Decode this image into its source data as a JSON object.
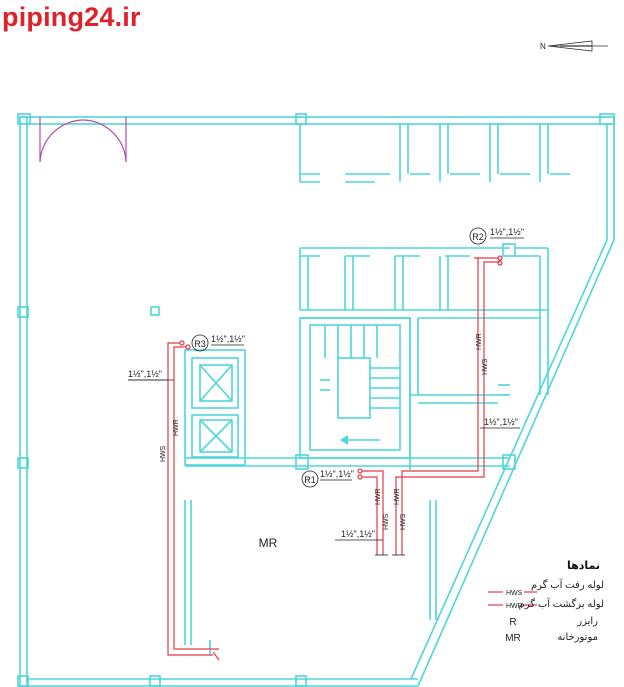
{
  "brand": {
    "text": "piping24.ir",
    "color": "#e0202a"
  },
  "colors": {
    "walls": "#4dd6db",
    "pipes": "#e23b45",
    "door": "#b04fa8"
  },
  "room": {
    "label": "MR"
  },
  "risers": [
    {
      "id": "R1",
      "size": "1½\",1½\""
    },
    {
      "id": "R2",
      "size": "1½\",1½\""
    },
    {
      "id": "R3",
      "size": "1½\",1½\""
    }
  ],
  "pipe_tags": {
    "hws": "HWS",
    "hwr": "HWR",
    "branch_size": "1½\",1½\""
  },
  "legend": {
    "title": "نمادها",
    "items": [
      {
        "code": "HWS",
        "label": "لوله رفت آب گرم"
      },
      {
        "code": "HWR",
        "label": "لوله برگشت آب گرم"
      },
      {
        "code": "R",
        "label": "رایزر"
      },
      {
        "code": "MR",
        "label": "موتورخانه"
      }
    ]
  },
  "north_arrow": {
    "label": "N"
  }
}
